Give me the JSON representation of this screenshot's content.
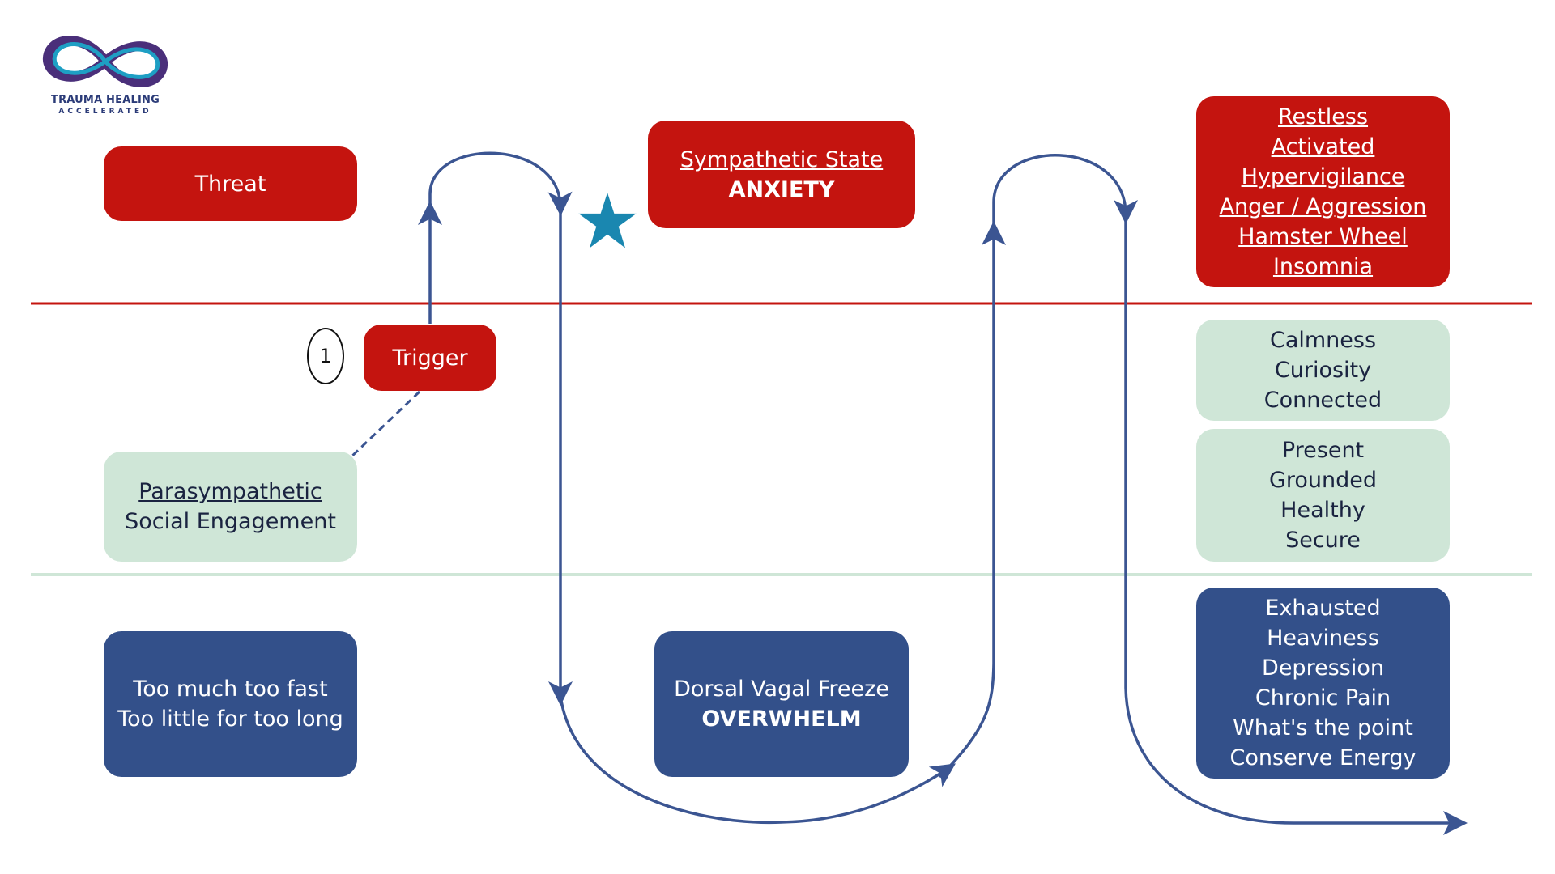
{
  "logo": {
    "line1": "TRAUMA HEALING",
    "line2": "ACCELERATED"
  },
  "colors": {
    "sympathetic_red": "#c4140f",
    "parasympathetic_green": "#cfe6d7",
    "dorsal_blue": "#33508a",
    "arrow_blue": "#3b5592",
    "star_teal": "#1a87b0"
  },
  "boxes": {
    "threat": "Threat",
    "trigger": "Trigger",
    "step_number": "1",
    "parasympathetic": {
      "title": "Parasympathetic",
      "subtitle": "Social Engagement"
    },
    "too_much": {
      "line1": "Too much too fast",
      "line2": "Too little for too long"
    },
    "sympathetic": {
      "title": "Sympathetic State",
      "subtitle": "ANXIETY"
    },
    "dorsal": {
      "title": "Dorsal Vagal Freeze",
      "subtitle": "OVERWHELM"
    }
  },
  "right_column": {
    "sympathetic_items": [
      "Restless",
      "Activated",
      "Hypervigilance",
      "Anger / Aggression",
      "Hamster Wheel",
      "Insomnia"
    ],
    "social_items_1": [
      "Calmness",
      "Curiosity",
      "Connected"
    ],
    "social_items_2": [
      "Present",
      "Grounded",
      "Healthy",
      "Secure"
    ],
    "dorsal_items": [
      "Exhausted",
      "Heaviness",
      "Depression",
      "Chronic Pain",
      "What's the point",
      "Conserve Energy"
    ]
  }
}
